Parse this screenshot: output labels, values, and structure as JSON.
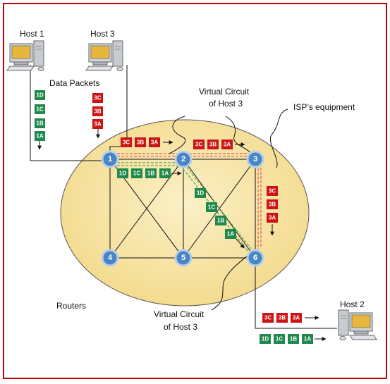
{
  "colors": {
    "frame": "#c00000",
    "cloud_fill": "#f8e5a4",
    "cloud_stroke": "#555555",
    "router_fill": "#4a86c4",
    "router_ring": "#b7d0ea",
    "packet_red": "#cc1414",
    "packet_green": "#1f8a4c",
    "vc_red": "#e06060",
    "vc_green": "#5aa85a"
  },
  "labels": {
    "host1": "Host 1",
    "host3": "Host 3",
    "host2": "Host 2",
    "data_packets": "Data Packets",
    "vc_top_line1": "Virtual Circuit",
    "vc_top_line2": "of Host 3",
    "isp": "ISP’s equipment",
    "routers": "Routers",
    "vc_bottom_line1": "Virtual Circuit",
    "vc_bottom_line2": "of Host 3"
  },
  "routers": [
    "1",
    "2",
    "3",
    "4",
    "5",
    "6"
  ],
  "packets": {
    "host1_column": [
      "1D",
      "1C",
      "1B",
      "1A"
    ],
    "host3_column": [
      "3C",
      "3B",
      "3A"
    ],
    "link_1_2_red": [
      "3C",
      "3B",
      "3A"
    ],
    "link_2_3_red": [
      "3C",
      "3B",
      "3A"
    ],
    "link_1_2_green": [
      "1D",
      "1C",
      "1B",
      "1A"
    ],
    "diag_2_6_green": [
      "1D",
      "1C",
      "1B",
      "1A"
    ],
    "link_3_6_red": [
      "3C",
      "3B",
      "3A"
    ],
    "to_host2_red": [
      "3C",
      "3B",
      "3A"
    ],
    "to_host2_green": [
      "1D",
      "1C",
      "1B",
      "1A"
    ]
  }
}
